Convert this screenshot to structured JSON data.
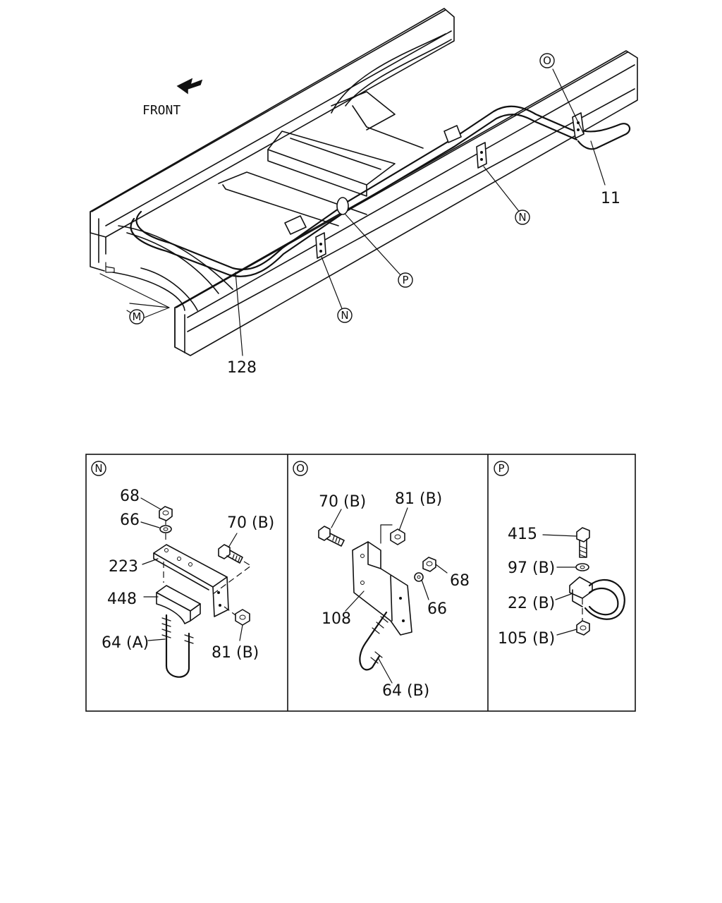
{
  "main_view": {
    "direction_label": "FRONT",
    "callouts": {
      "pipe_front": "128",
      "pipe_rear": "11",
      "ref_m": "M",
      "ref_n_1": "N",
      "ref_n_2": "N",
      "ref_o": "O",
      "ref_p": "P"
    }
  },
  "detail_panels": [
    {
      "ref": "N",
      "labels": {
        "nut": "68",
        "washer": "66",
        "bolt": "70 (B)",
        "bracket": "223",
        "rubber": "448",
        "ubolt": "64 (A)",
        "flange_nut": "81 (B)"
      }
    },
    {
      "ref": "O",
      "labels": {
        "bolt": "70 (B)",
        "flange_nut": "81 (B)",
        "nut": "68",
        "washer": "66",
        "bracket": "108",
        "ubolt": "64 (B)"
      }
    },
    {
      "ref": "P",
      "labels": {
        "bolt": "415",
        "washer": "97 (B)",
        "clamp": "22 (B)",
        "nut": "105 (B)"
      }
    }
  ]
}
